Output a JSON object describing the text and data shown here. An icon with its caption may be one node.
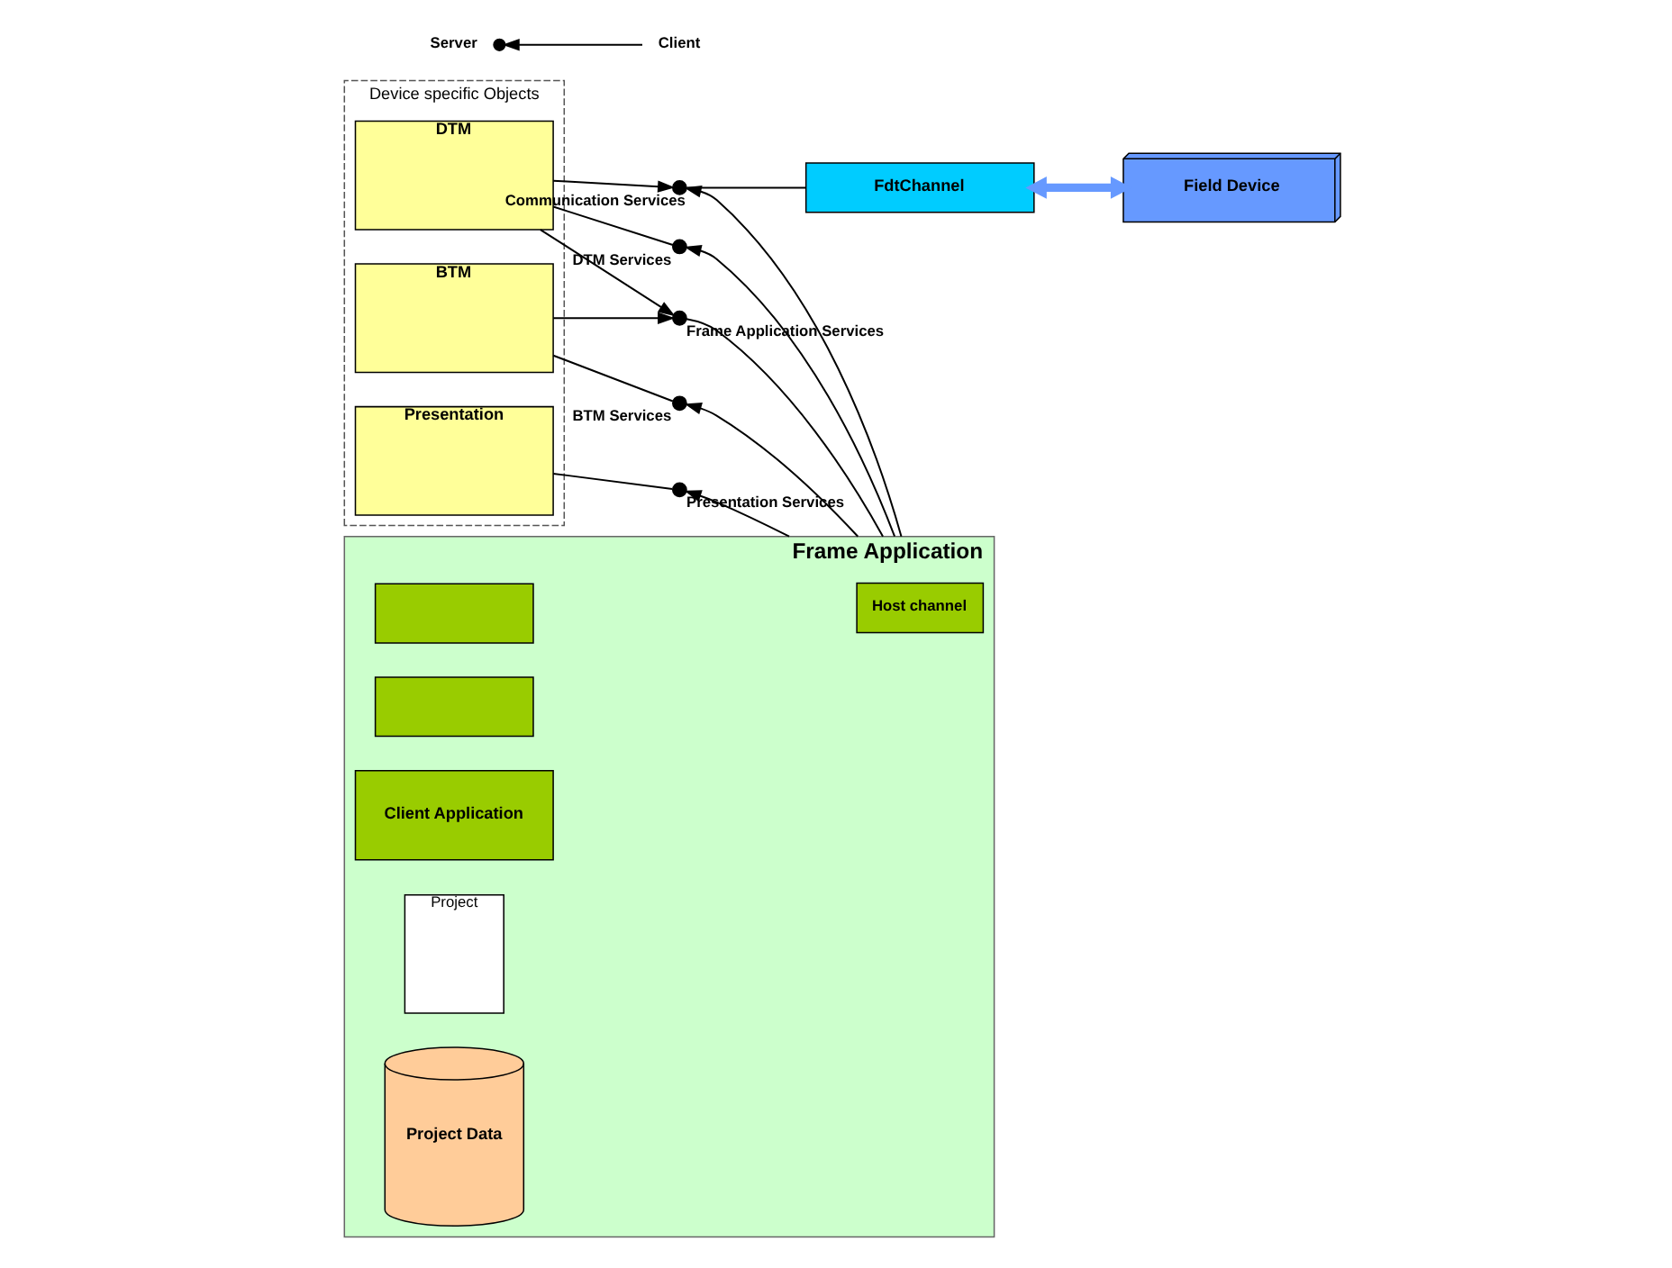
{
  "diagram": {
    "nodes": [
      {
        "text": [
          "Device specific Objects"
        ]
      },
      {
        "text": [
          "Presentation"
        ],
        "in": 0
      },
      {
        "text": [
          "BTM"
        ],
        "in": 0
      },
      {
        "text": [
          "DTM"
        ],
        "in": 0
      },
      {
        "text": [
          "Frame Application"
        ]
      },
      {
        "text": [],
        "shape": "box",
        "in": 4
      },
      {
        "text": [],
        "shape": "box",
        "in": 4
      },
      {
        "text": [
          "Client Application"
        ],
        "in": 4
      },
      {
        "text": [
          "Host channel"
        ],
        "in": 4
      },
      {
        "text": [
          "Project"
        ],
        "in": 4
      },
      {
        "text": [
          "Project Data"
        ],
        "in": 4
      },
      {
        "text": [],
        "shape": "circle",
        "beside": [
          "Presentation Services"
        ]
      },
      {
        "text": [],
        "shape": "circle",
        "beside": [
          "BTM Services"
        ]
      },
      {
        "text": [],
        "shape": "circle",
        "beside": [
          "Frame Application Services"
        ]
      },
      {
        "text": [],
        "shape": "circle",
        "beside": [
          "DTM Services"
        ]
      },
      {
        "text": [],
        "shape": "circle",
        "beside": [
          "Communication Services"
        ]
      },
      {
        "text": [
          "FdtChannel"
        ]
      },
      {
        "text": [
          "Field Device"
        ]
      }
    ],
    "edges": [
      {
        "from": 1,
        "to": 11,
        "arrow": "none"
      },
      {
        "from": 4,
        "to": 11,
        "arrow": "to"
      },
      {
        "from": 2,
        "to": 12,
        "arrow": "none"
      },
      {
        "from": 4,
        "to": 12,
        "arrow": "to"
      },
      {
        "from": 2,
        "to": 13,
        "arrow": "to"
      },
      {
        "from": 3,
        "to": 13,
        "arrow": "to"
      },
      {
        "from": 13,
        "to": 4,
        "arrow": "none"
      },
      {
        "from": 3,
        "to": 14,
        "arrow": "none"
      },
      {
        "from": 4,
        "to": 14,
        "arrow": "to"
      },
      {
        "from": 3,
        "to": 15,
        "arrow": "to"
      },
      {
        "from": 4,
        "to": 15,
        "arrow": "to"
      },
      {
        "from": 15,
        "to": 16,
        "arrow": "none"
      },
      {
        "from": 16,
        "to": 17,
        "arrow": "both",
        "style": "thick",
        "color": "#6699ff"
      }
    ],
    "legend": [
      {
        "text": "Server"
      },
      {
        "text": "Client"
      }
    ]
  }
}
